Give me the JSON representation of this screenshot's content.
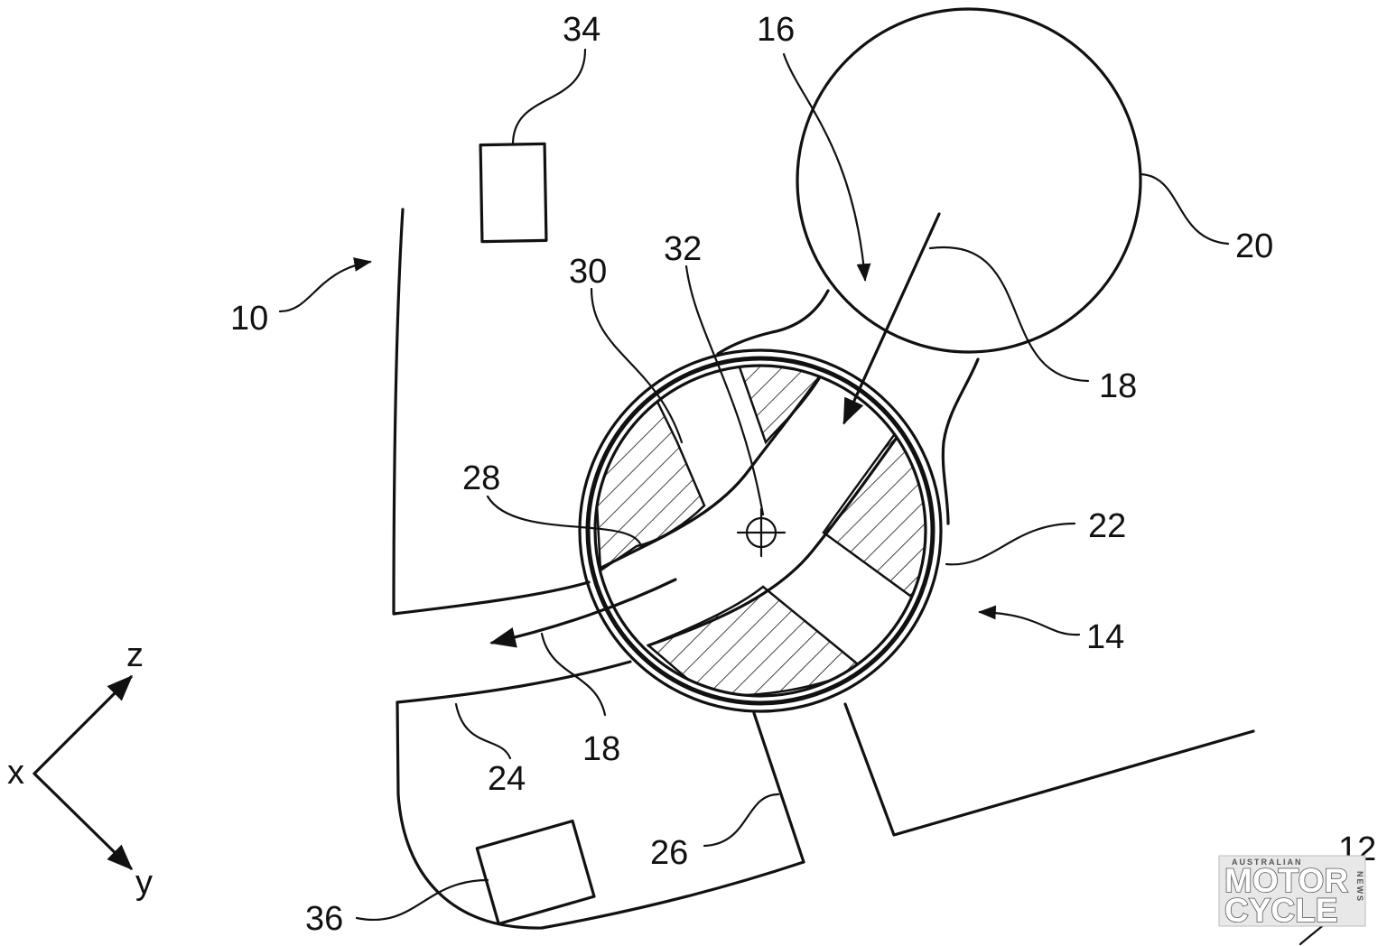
{
  "diagram": {
    "labels": {
      "l10": "10",
      "l12": "12",
      "l14": "14",
      "l16": "16",
      "l18a": "18",
      "l18b": "18",
      "l20": "20",
      "l22": "22",
      "l24": "24",
      "l26": "26",
      "l28": "28",
      "l30": "30",
      "l32": "32",
      "l34": "34",
      "l36": "36"
    },
    "axes": {
      "x": "x",
      "y": "y",
      "z": "z"
    }
  },
  "watermark": {
    "top": "AUSTRALIAN",
    "line1": "MOTOR",
    "line2": "CYCLE",
    "side": "NEWS"
  }
}
